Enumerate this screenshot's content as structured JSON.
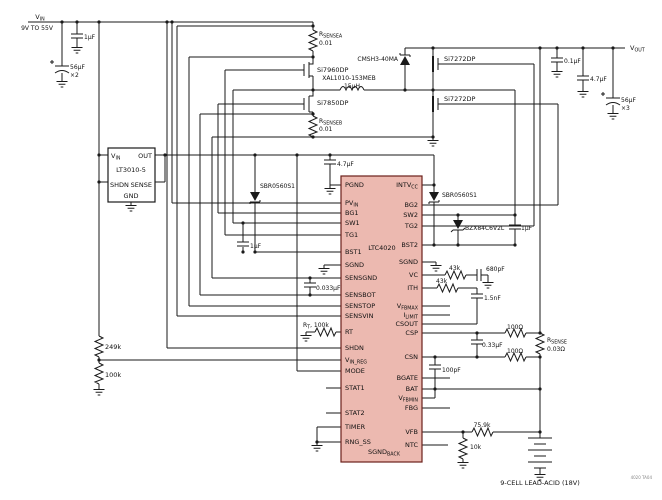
{
  "figure": {
    "code": "4020 TA04"
  },
  "nets": {
    "vin": {
      "m": "V",
      "s": "IN"
    },
    "vin_range": "9V TO 55V",
    "vout": {
      "m": "V",
      "s": "OUT"
    }
  },
  "input_stage": {
    "cap_bypass": "1µF",
    "cap_bulk": {
      "value": "56µF",
      "qty": "×2"
    }
  },
  "ldo": {
    "part": "LT3010-5",
    "pin_vin": {
      "m": "V",
      "s": "IN"
    },
    "pin_out": "OUT",
    "pin_shdn": "SHDN",
    "pin_sense": "SENSE",
    "pin_gnd": "GND"
  },
  "divider": {
    "r_top": "249k",
    "r_bottom": "100k"
  },
  "buck_leg": {
    "rsense_a": {
      "m": "R",
      "s": "SENSEA"
    },
    "rsense_a_value": "0.01",
    "fet_top": "Si7960DP",
    "fet_bottom": "Si7850DP",
    "rsense_b": {
      "m": "R",
      "s": "SENSEB"
    },
    "rsense_b_value": "0.01"
  },
  "inductor": {
    "part": "XAL1010-153MEB",
    "value": "15µH"
  },
  "boost_leg": {
    "diode": "CMSH3-40MA",
    "fet_top": "Si7272DP",
    "fet_bottom": "Si7272DP"
  },
  "output_stage": {
    "cap1": "0.1µF",
    "cap2": "4.7µF",
    "cap_bulk": {
      "value": "56µF",
      "qty": "×3"
    }
  },
  "bst1": {
    "diode": "SBR0560S1",
    "cap": "1µF"
  },
  "bst2": {
    "diode": "SBR0560S1",
    "zener": "BZX84C6V2L",
    "cap": "1µF"
  },
  "intvcc_cap": "4.7µF",
  "sense_cap": "0.033µF",
  "rt": {
    "label": {
      "m": "R",
      "s": "T"
    },
    "suffix": ", 100k"
  },
  "comp": {
    "vc_r": "43k",
    "vc_c": "680pF",
    "ith_r": "43k",
    "ith_c": "1.5nF"
  },
  "cs_filter": {
    "r_top": "100Ω",
    "r_bottom": "100Ω",
    "cap": "0.33µF",
    "csn_cap": "100pF"
  },
  "bat_sense": {
    "label": {
      "m": "R",
      "s": "SENSE"
    },
    "value": "0.03Ω"
  },
  "feedback": {
    "r_series": "75.9k",
    "r_gnd": "10k"
  },
  "battery": {
    "label": "9-CELL LEAD-ACID (18V)"
  },
  "ic": {
    "part": "LTC4020",
    "pins_left": [
      {
        "m": "PGND",
        "s": ""
      },
      {
        "m": "PV",
        "s": "IN"
      },
      {
        "m": "BG1",
        "s": ""
      },
      {
        "m": "SW1",
        "s": ""
      },
      {
        "m": "TG1",
        "s": ""
      },
      {
        "m": "BST1",
        "s": ""
      },
      {
        "m": "SGND",
        "s": ""
      },
      {
        "m": "SENSGND",
        "s": ""
      },
      {
        "m": "SENSBOT",
        "s": ""
      },
      {
        "m": "SENSTOP",
        "s": ""
      },
      {
        "m": "SENSVIN",
        "s": ""
      },
      {
        "m": "RT",
        "s": ""
      },
      {
        "m": "SHDN",
        "s": ""
      },
      {
        "m": "V",
        "s": "IN_REG"
      },
      {
        "m": "MODE",
        "s": ""
      },
      {
        "m": "STAT1",
        "s": ""
      },
      {
        "m": "STAT2",
        "s": ""
      },
      {
        "m": "TIMER",
        "s": ""
      },
      {
        "m": "RNG_SS",
        "s": ""
      }
    ],
    "pins_right": [
      {
        "m": "INTV",
        "s": "CC"
      },
      {
        "m": "BG2",
        "s": ""
      },
      {
        "m": "SW2",
        "s": ""
      },
      {
        "m": "TG2",
        "s": ""
      },
      {
        "m": "BST2",
        "s": ""
      },
      {
        "m": "SGND",
        "s": ""
      },
      {
        "m": "VC",
        "s": ""
      },
      {
        "m": "ITH",
        "s": ""
      },
      {
        "m": "V",
        "s": "FBMAX"
      },
      {
        "m": "I",
        "s": "LIMIT"
      },
      {
        "m": "CSOUT",
        "s": ""
      },
      {
        "m": "CSP",
        "s": ""
      },
      {
        "m": "CSN",
        "s": ""
      },
      {
        "m": "BGATE",
        "s": ""
      },
      {
        "m": "BAT",
        "s": ""
      },
      {
        "m": "V",
        "s": "FBMIN"
      },
      {
        "m": "FBG",
        "s": ""
      },
      {
        "m": "VFB",
        "s": ""
      },
      {
        "m": "NTC",
        "s": ""
      }
    ],
    "pin_back": {
      "m": "SGND",
      "s": "BACK"
    }
  }
}
